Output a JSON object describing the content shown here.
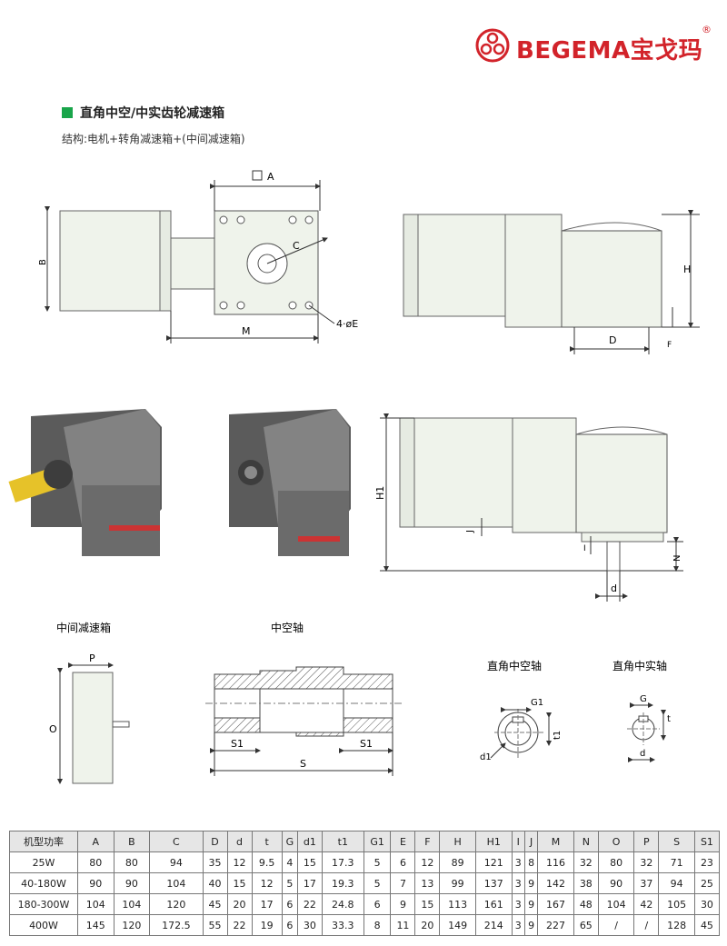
{
  "brand": {
    "name": "BEGEMA宝戈玛",
    "reg": "®",
    "accent": "#d2232a"
  },
  "title": "直角中空/中实齿轮减速箱",
  "subtitle": "结构:电机+转角减速箱+(中间减速箱)",
  "labels": {
    "A": "A",
    "B": "B",
    "C": "C",
    "M": "M",
    "E": "4·øE",
    "H": "H",
    "D": "D",
    "F": "F",
    "H1": "H1",
    "J": "J",
    "I": "I",
    "N": "N",
    "d": "d",
    "P": "P",
    "O": "O",
    "S1": "S1",
    "S": "S",
    "G1": "G1",
    "t1": "t1",
    "d1": "d1",
    "G": "G",
    "t": "t"
  },
  "sections": {
    "middle": "中间减速箱",
    "hollow_shaft": "中空轴",
    "ra_hollow": "直角中空轴",
    "ra_solid": "直角中实轴"
  },
  "table": {
    "headers": [
      "机型功率",
      "A",
      "B",
      "C",
      "D",
      "d",
      "t",
      "G",
      "d1",
      "t1",
      "G1",
      "E",
      "F",
      "H",
      "H1",
      "I",
      "J",
      "M",
      "N",
      "O",
      "P",
      "S",
      "S1"
    ],
    "rows": [
      [
        "25W",
        "80",
        "80",
        "94",
        "35",
        "12",
        "9.5",
        "4",
        "15",
        "17.3",
        "5",
        "6",
        "12",
        "89",
        "121",
        "3",
        "8",
        "116",
        "32",
        "80",
        "32",
        "71",
        "23"
      ],
      [
        "40-180W",
        "90",
        "90",
        "104",
        "40",
        "15",
        "12",
        "5",
        "17",
        "19.3",
        "5",
        "7",
        "13",
        "99",
        "137",
        "3",
        "9",
        "142",
        "38",
        "90",
        "37",
        "94",
        "25"
      ],
      [
        "180-300W",
        "104",
        "104",
        "120",
        "45",
        "20",
        "17",
        "6",
        "22",
        "24.8",
        "6",
        "9",
        "15",
        "113",
        "161",
        "3",
        "9",
        "167",
        "48",
        "104",
        "42",
        "105",
        "30"
      ],
      [
        "400W",
        "145",
        "120",
        "172.5",
        "55",
        "22",
        "19",
        "6",
        "30",
        "33.3",
        "8",
        "11",
        "20",
        "149",
        "214",
        "3",
        "9",
        "227",
        "65",
        "/",
        "/",
        "128",
        "45"
      ]
    ]
  }
}
